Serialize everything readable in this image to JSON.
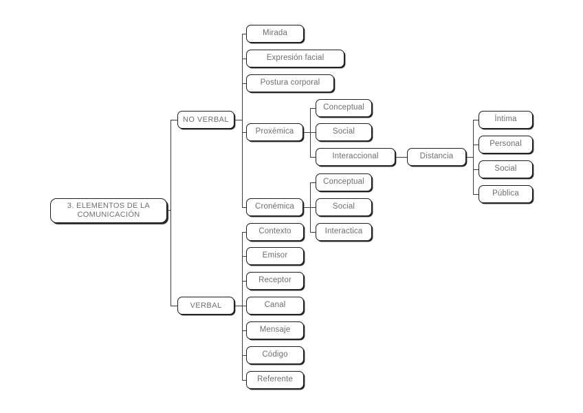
{
  "diagram": {
    "title": "3. ELEMENTOS DE LA COMUNICACIÓN",
    "type": "tree-mind-map",
    "orientation": "left-to-right",
    "colors": {
      "background": "#ffffff",
      "box_border": "#1b1b1b",
      "box_fill": "#ffffff",
      "text": "#6e6e6e",
      "connector": "#3a3a3a",
      "shadow": "#2a2a2a"
    },
    "root": {
      "id": "root",
      "label": "3. ELEMENTOS DE LA\nCOMUNICACIÓN"
    },
    "branches": [
      {
        "id": "no-verbal",
        "label": "NO VERBAL",
        "children": [
          {
            "id": "mirada",
            "label": "Mirada"
          },
          {
            "id": "expresion-facial",
            "label": "Expresión facial"
          },
          {
            "id": "postura-corporal",
            "label": "Postura corporal"
          },
          {
            "id": "proxemica",
            "label": "Proxémica",
            "children": [
              {
                "id": "prox-conceptual",
                "label": "Conceptual"
              },
              {
                "id": "prox-social",
                "label": "Social"
              },
              {
                "id": "prox-interaccional",
                "label": "Interaccional",
                "children": [
                  {
                    "id": "distancia",
                    "label": "Distancia",
                    "children": [
                      {
                        "id": "dist-intima",
                        "label": "Íntima"
                      },
                      {
                        "id": "dist-personal",
                        "label": "Personal"
                      },
                      {
                        "id": "dist-social",
                        "label": "Social"
                      },
                      {
                        "id": "dist-publica",
                        "label": "Pública"
                      }
                    ]
                  }
                ]
              }
            ]
          },
          {
            "id": "cronemica",
            "label": "Cronémica",
            "children": [
              {
                "id": "cron-conceptual",
                "label": "Conceptual"
              },
              {
                "id": "cron-social",
                "label": "Social"
              },
              {
                "id": "cron-interactica",
                "label": "Interactica"
              }
            ]
          }
        ]
      },
      {
        "id": "verbal",
        "label": "VERBAL",
        "children": [
          {
            "id": "contexto",
            "label": "Contexto"
          },
          {
            "id": "emisor",
            "label": "Emisor"
          },
          {
            "id": "receptor",
            "label": "Receptor"
          },
          {
            "id": "canal",
            "label": "Canal"
          },
          {
            "id": "mensaje",
            "label": "Mensaje"
          },
          {
            "id": "codigo",
            "label": "Código"
          },
          {
            "id": "referente",
            "label": "Referente"
          }
        ]
      }
    ]
  }
}
